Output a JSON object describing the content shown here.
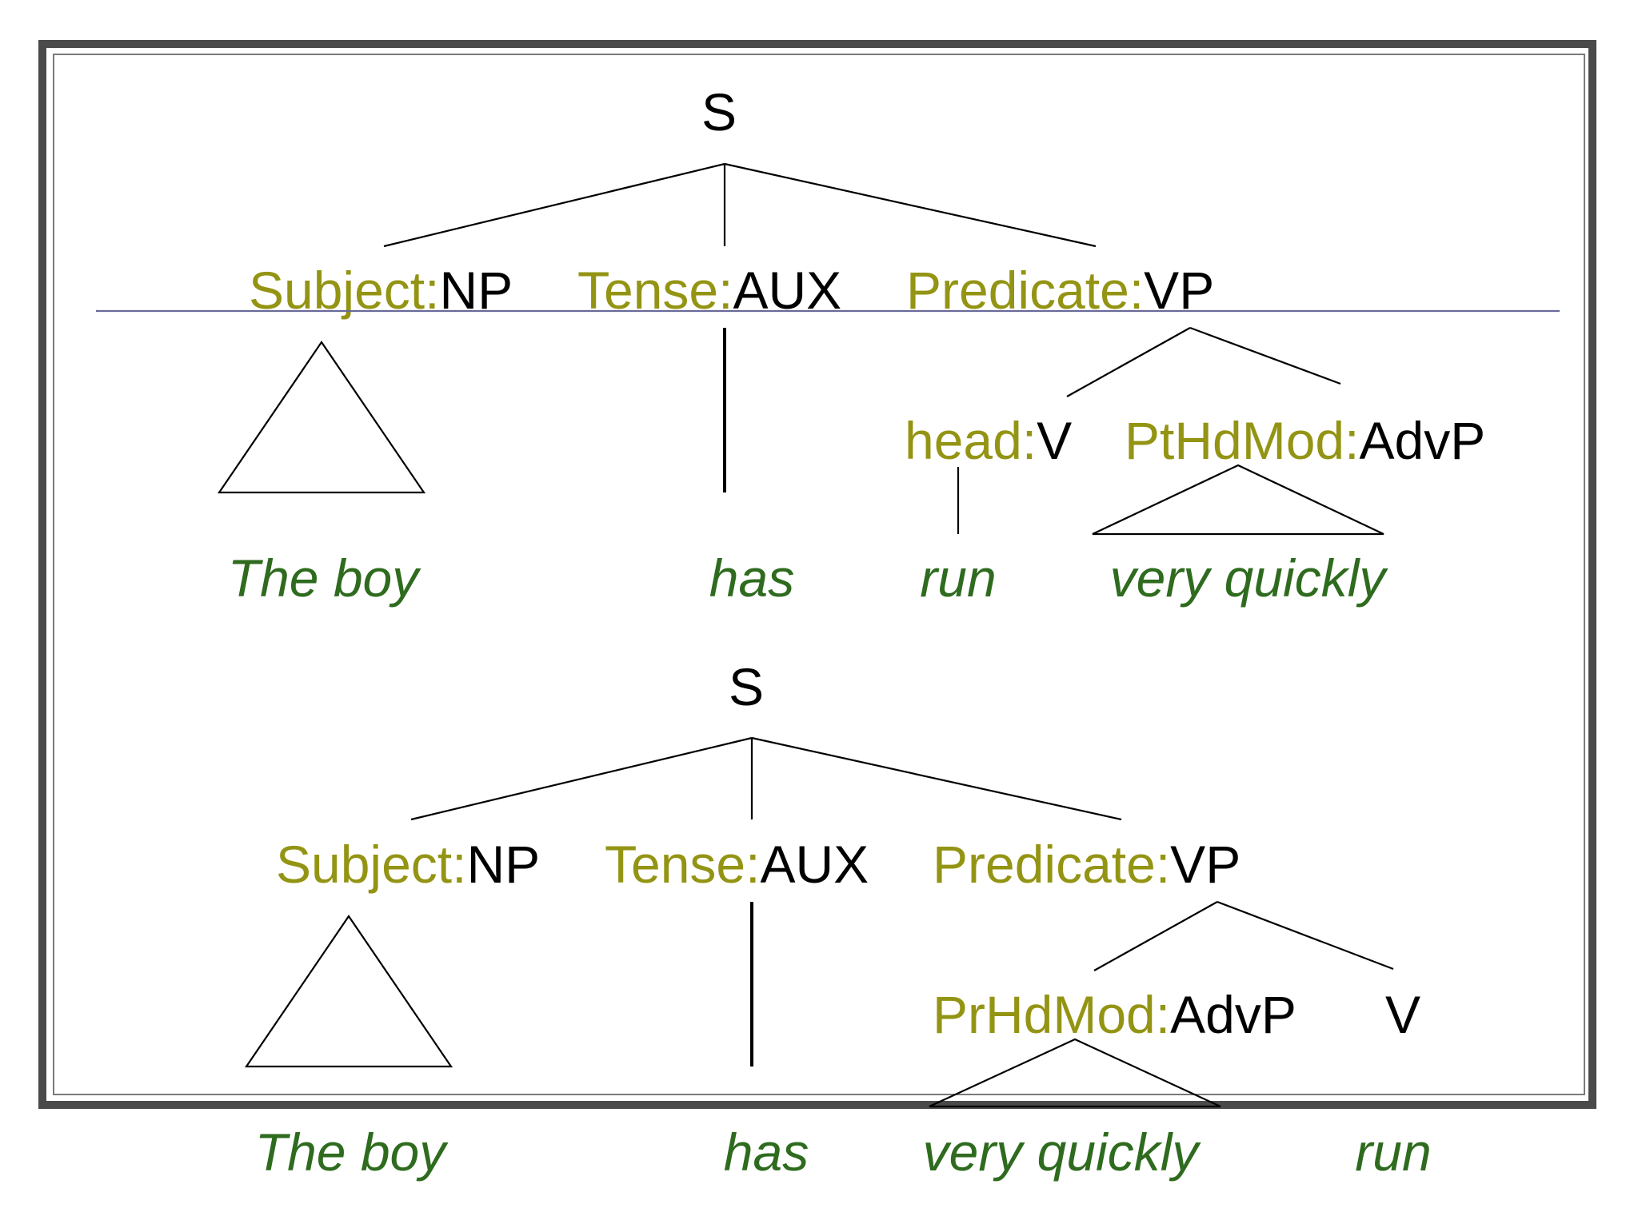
{
  "colors": {
    "function_label": "#949414",
    "category_label": "#000000",
    "leaf_word": "#2e6b1e",
    "frame": "#4a4a4a",
    "rule": "#6a6a9a"
  },
  "tree1": {
    "root": "S",
    "subject": {
      "function": "Subject:",
      "category": "NP"
    },
    "tense": {
      "function": "Tense:",
      "category": "AUX"
    },
    "predicate": {
      "function": "Predicate:",
      "category": "VP"
    },
    "head": {
      "function": "head:",
      "category": "V"
    },
    "modifier": {
      "function": "PtHdMod:",
      "category": "AdvP"
    },
    "words": {
      "subject": "The boy",
      "tense": "has",
      "head": "run",
      "modifier": "very quickly"
    }
  },
  "tree2": {
    "root": "S",
    "subject": {
      "function": "Subject:",
      "category": "NP"
    },
    "tense": {
      "function": "Tense:",
      "category": "AUX"
    },
    "predicate": {
      "function": "Predicate:",
      "category": "VP"
    },
    "modifier": {
      "function": "PrHdMod:",
      "category": "AdvP"
    },
    "verb": {
      "category": "V"
    },
    "words": {
      "subject": "The boy",
      "tense": "has",
      "modifier": "very quickly",
      "verb": "run"
    }
  }
}
